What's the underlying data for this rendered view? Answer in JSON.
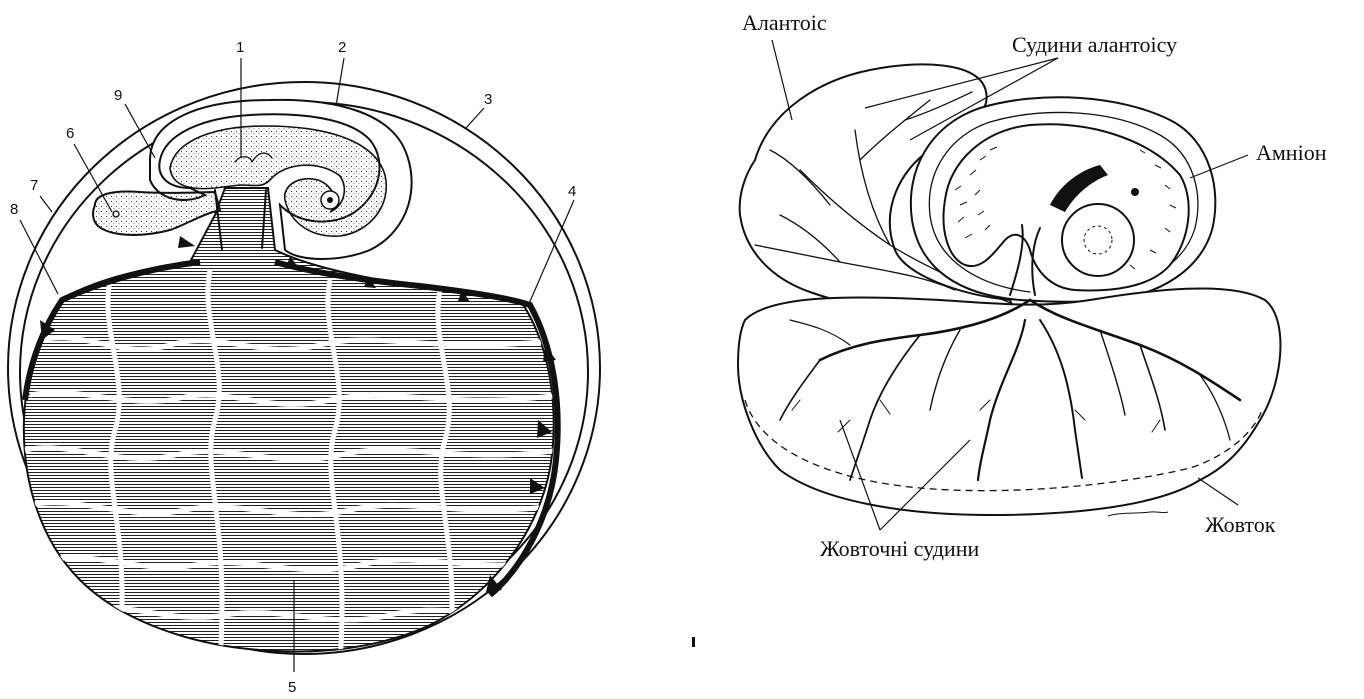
{
  "left_diagram": {
    "numbers": [
      "1",
      "2",
      "3",
      "4",
      "5",
      "6",
      "7",
      "8",
      "9"
    ]
  },
  "right_diagram": {
    "labels": {
      "allantois": "Алантоіс",
      "allantois_vessels": "Судини алантоісу",
      "amnion": "Амніон",
      "yolk": "Жовток",
      "yolk_vessels": "Жовточні судини"
    }
  }
}
